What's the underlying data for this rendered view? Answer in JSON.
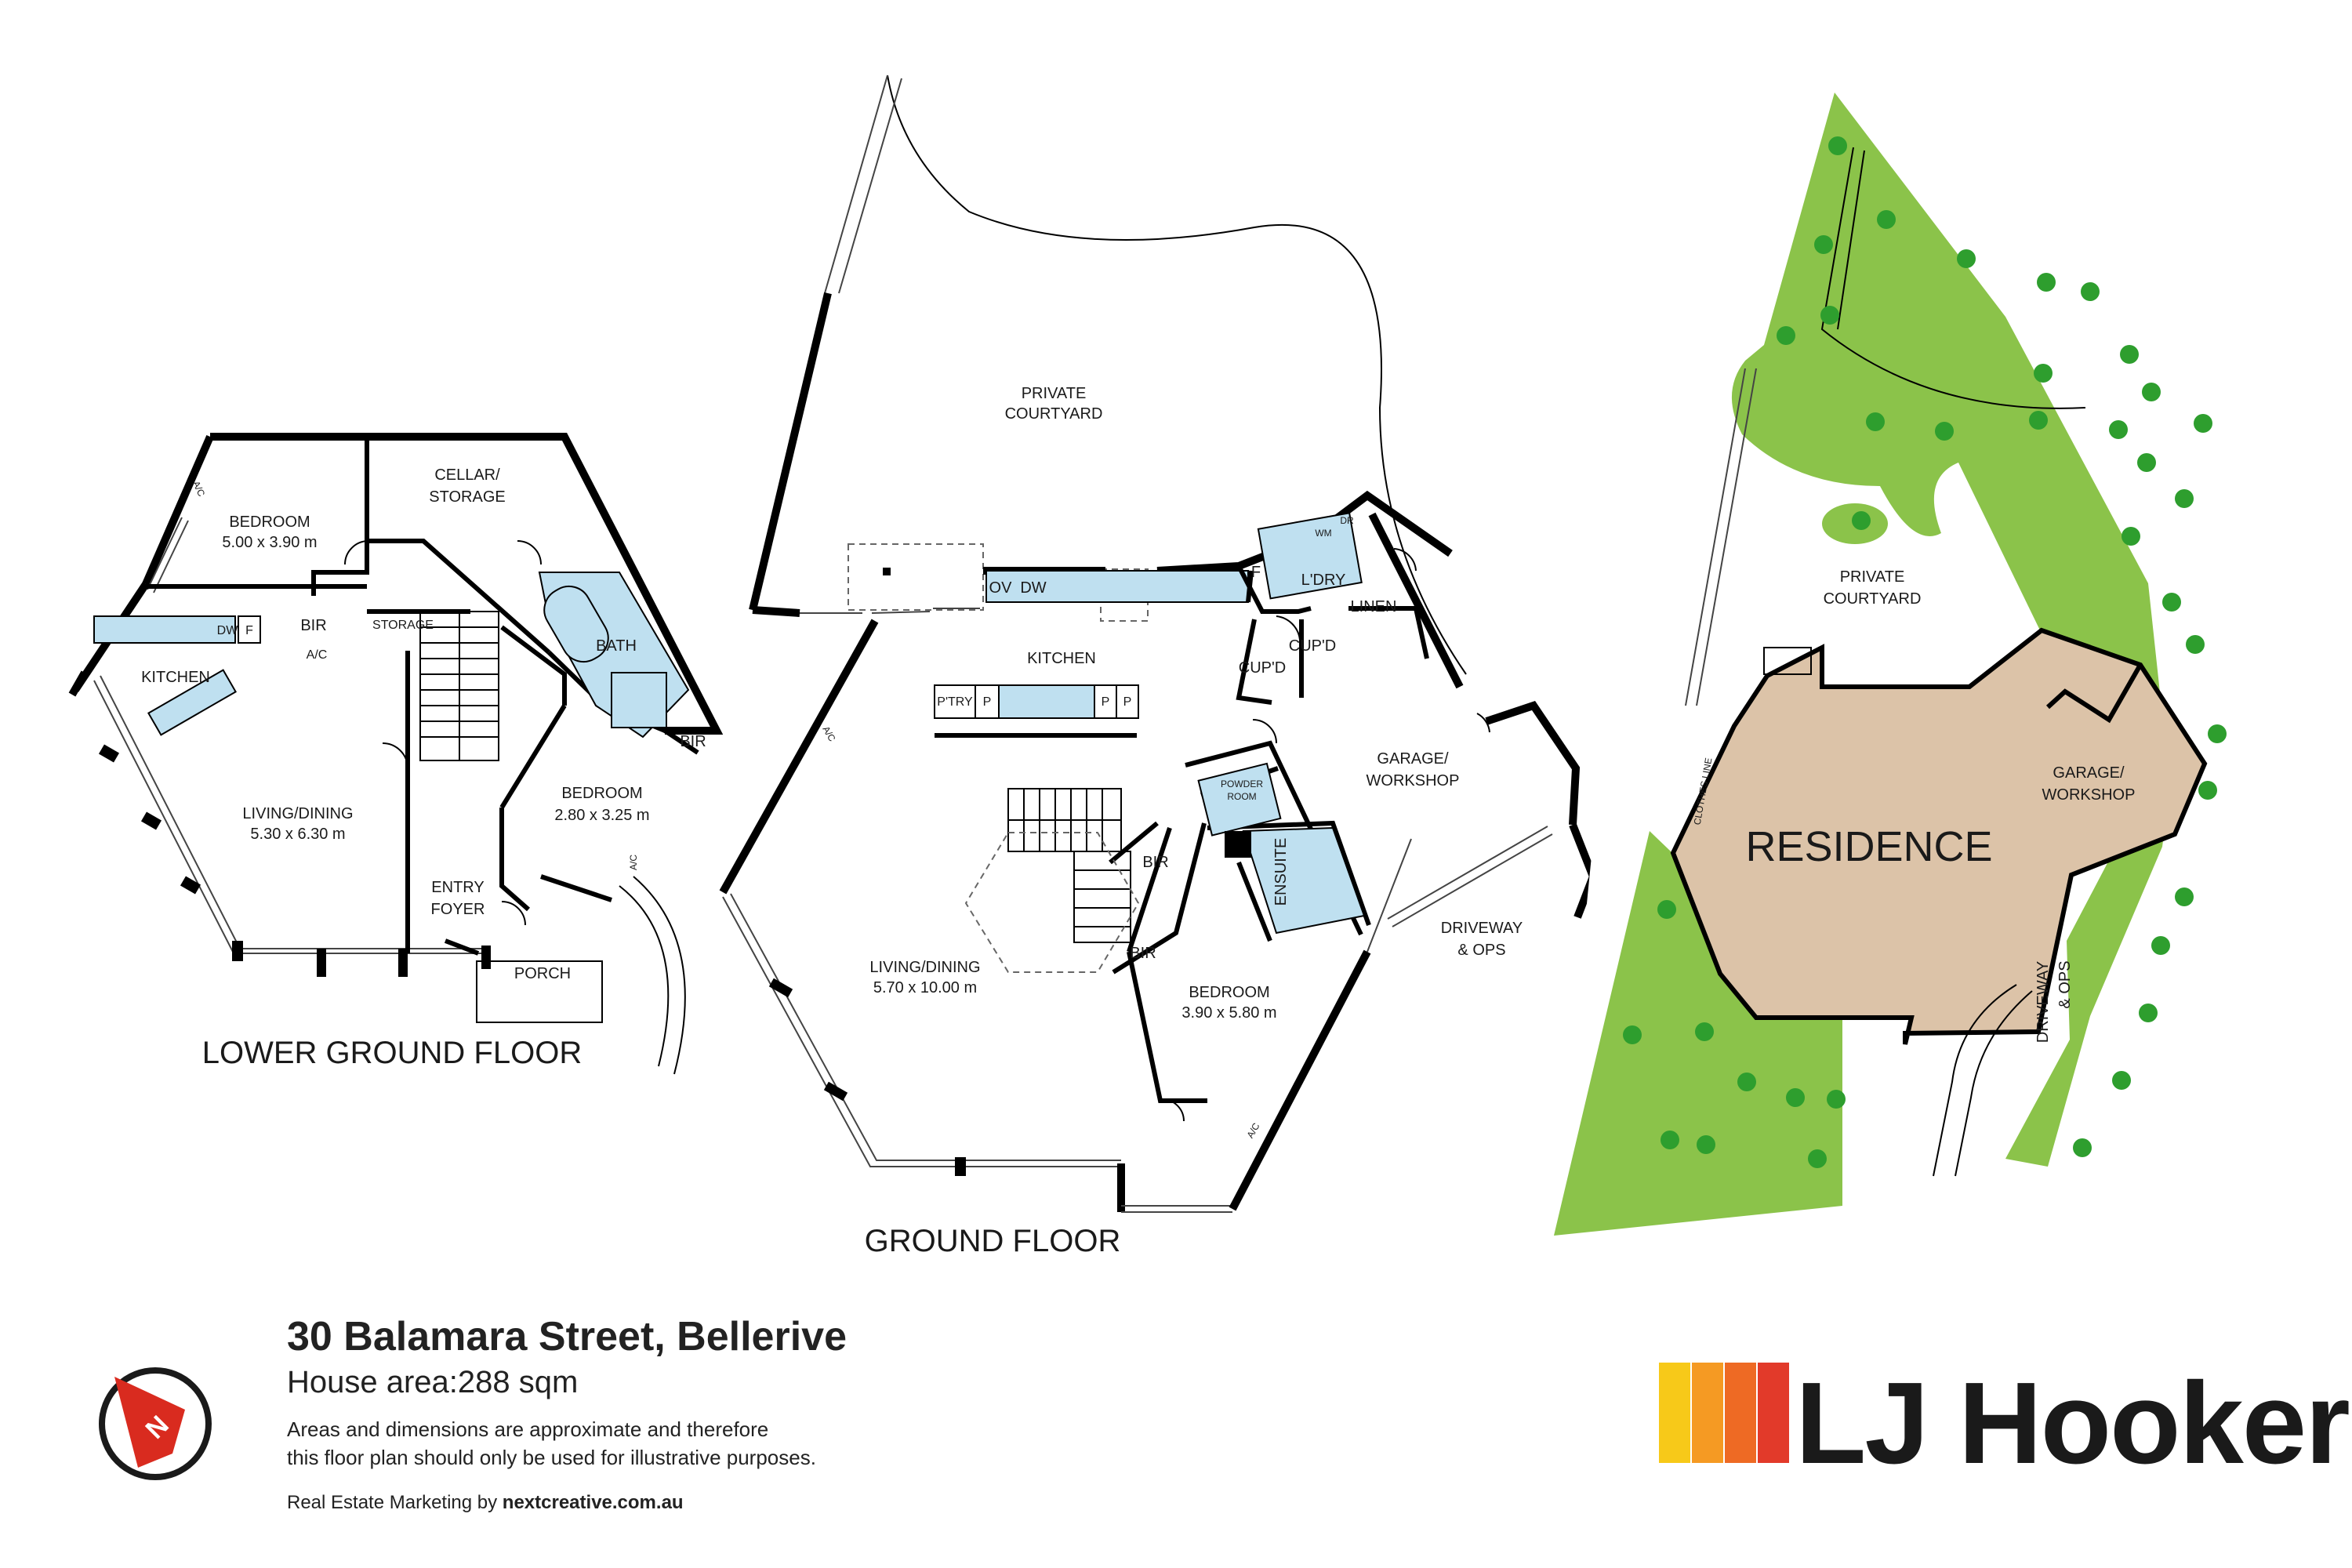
{
  "lower_ground_floor": {
    "title": "LOWER GROUND FLOOR",
    "rooms": {
      "bedroom1": "BEDROOM",
      "bedroom1_size": "5.00 x 3.90 m",
      "cellar_line1": "CELLAR/",
      "cellar_line2": "STORAGE",
      "bath": "BATH",
      "kitchen": "KITCHEN",
      "bir1": "BIR",
      "storage": "STORAGE",
      "ac1": "A/C",
      "living": "LIVING/DINING",
      "living_size": "5.30 x 6.30 m",
      "bedroom2": "BEDROOM",
      "bedroom2_size": "2.80 x 3.25 m",
      "bir2": "BIR",
      "entry_line1": "ENTRY",
      "entry_line2": "FOYER",
      "porch": "PORCH",
      "ac_wall": "A/C",
      "ac_porch": "A/C",
      "dw": "DW",
      "f": "F"
    }
  },
  "ground_floor": {
    "title": "GROUND FLOOR",
    "rooms": {
      "courtyard_line1": "PRIVATE",
      "courtyard_line2": "COURTYARD",
      "ov": "OV",
      "dw": "DW",
      "kitchen": "KITCHEN",
      "pantry": "P'TRY",
      "p": "P",
      "f": "F",
      "laundry": "L'DRY",
      "wm": "WM",
      "dr": "DR",
      "linen": "LINEN",
      "cupd": "CUP'D",
      "garage_line1": "GARAGE/",
      "garage_line2": "WORKSHOP",
      "powder_line1": "POWDER",
      "powder_line2": "ROOM",
      "ensuite": "ENSUITE",
      "bir": "BIR",
      "living": "LIVING/DINING",
      "living_size": "5.70 x 10.00 m",
      "bedroom": "BEDROOM",
      "bedroom_size": "3.90 x 5.80 m",
      "driveway_line1": "DRIVEWAY",
      "driveway_line2": "& OPS",
      "ac": "A/C"
    }
  },
  "site_plan": {
    "courtyard_line1": "PRIVATE",
    "courtyard_line2": "COURTYARD",
    "clothes_line": "CLOTHES LINE",
    "residence": "RESIDENCE",
    "garage_line1": "GARAGE/",
    "garage_line2": "WORKSHOP",
    "driveway": "DRIVEWAY",
    "ops": "& OPS"
  },
  "info": {
    "address": "30 Balamara Street, Bellerive",
    "house_area": "House area:288 sqm",
    "disclaimer_line1": "Areas and dimensions are approximate and therefore",
    "disclaimer_line2": "this floor plan should only be used for illustrative purposes.",
    "marketing_prefix": "Real Estate Marketing by ",
    "marketing_site": "nextcreative.com.au",
    "compass_letter": "N"
  },
  "brand": {
    "name": "LJ Hooker",
    "logo_colors": [
      "#f7c919",
      "#f59a23",
      "#ee6a24",
      "#e23a2a"
    ]
  },
  "colors": {
    "grass": "#8bc34a",
    "tree": "#2e9e2e",
    "residence": "#dcc3a8",
    "wet_area": "#bfe0f0",
    "compass": "#d92b1f"
  }
}
